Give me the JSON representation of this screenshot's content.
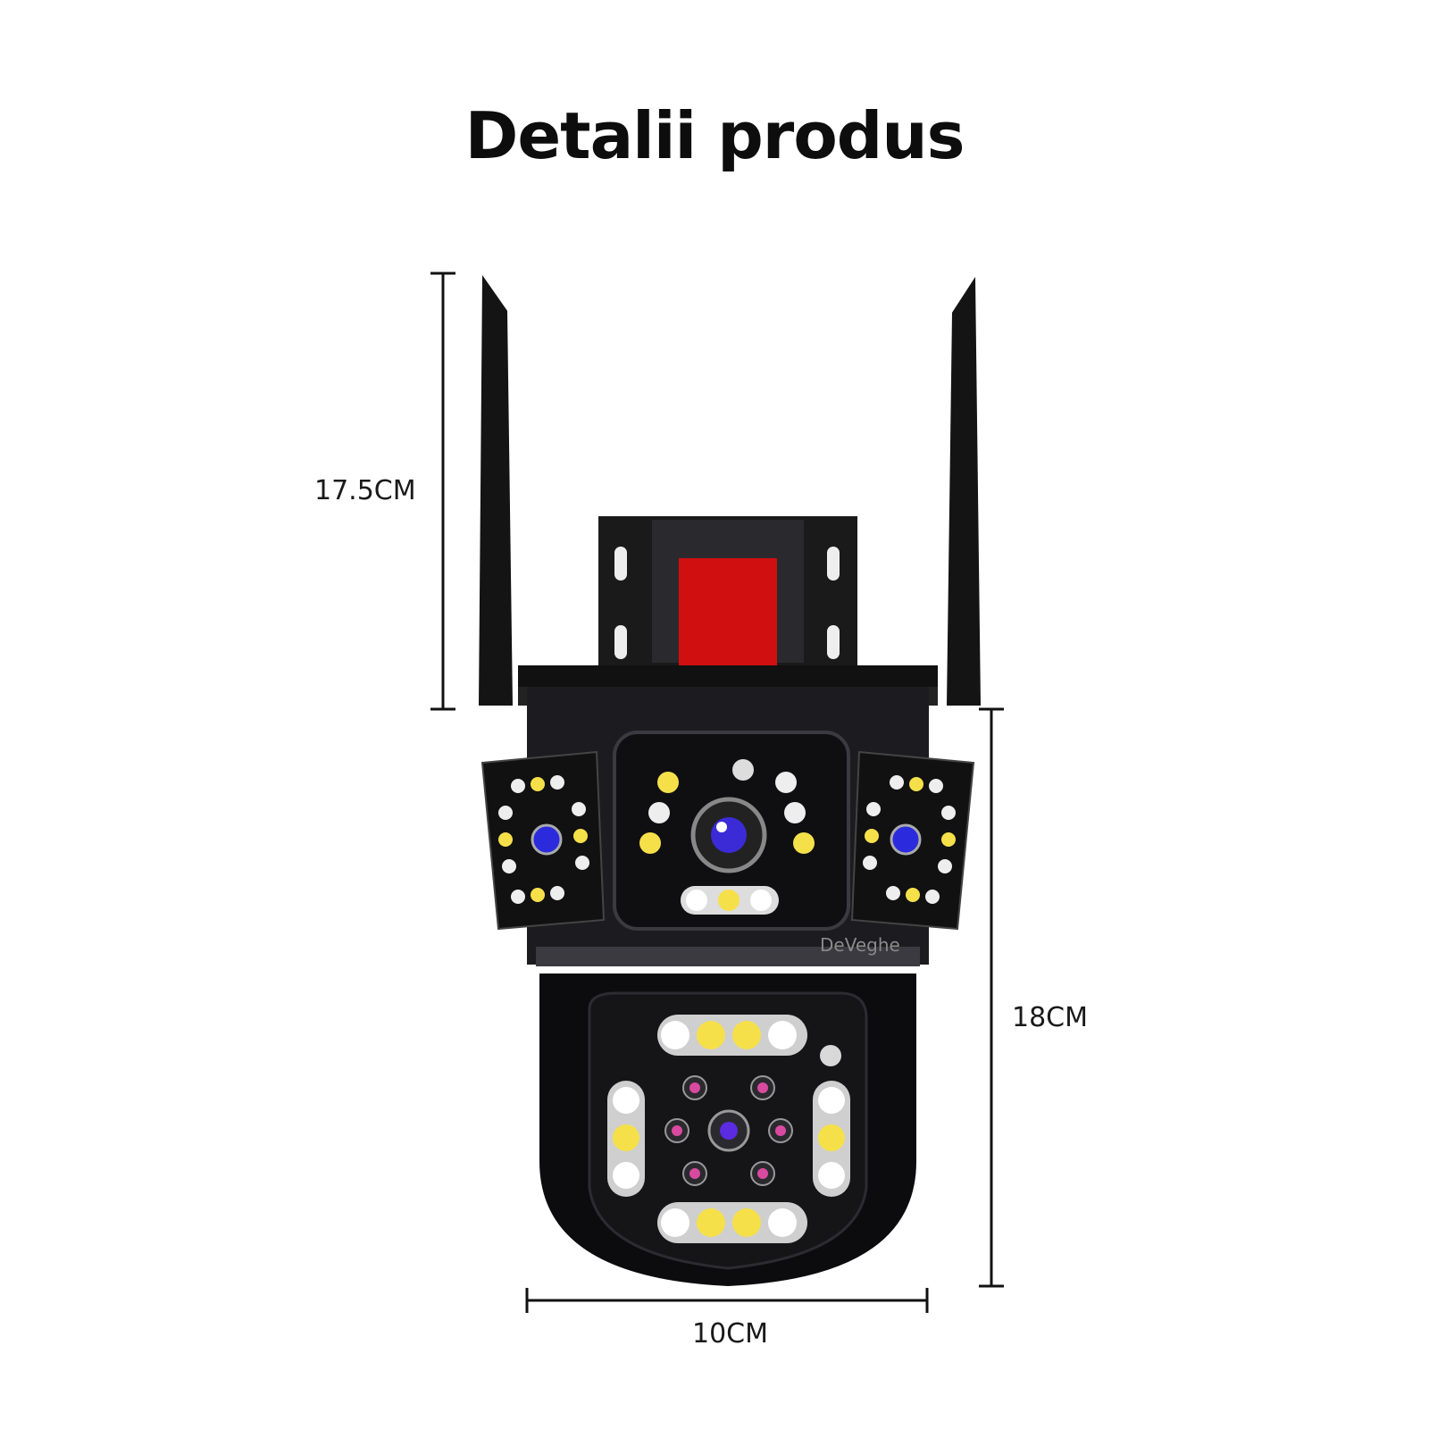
{
  "title": "Detalii produs",
  "dimensions": {
    "height_top": "17.5CM",
    "height_bottom": "18CM",
    "width": "10CM"
  },
  "product": {
    "brand": "DeVeghe",
    "accent_color": "#d01010",
    "body_color": "#1c1c20"
  }
}
